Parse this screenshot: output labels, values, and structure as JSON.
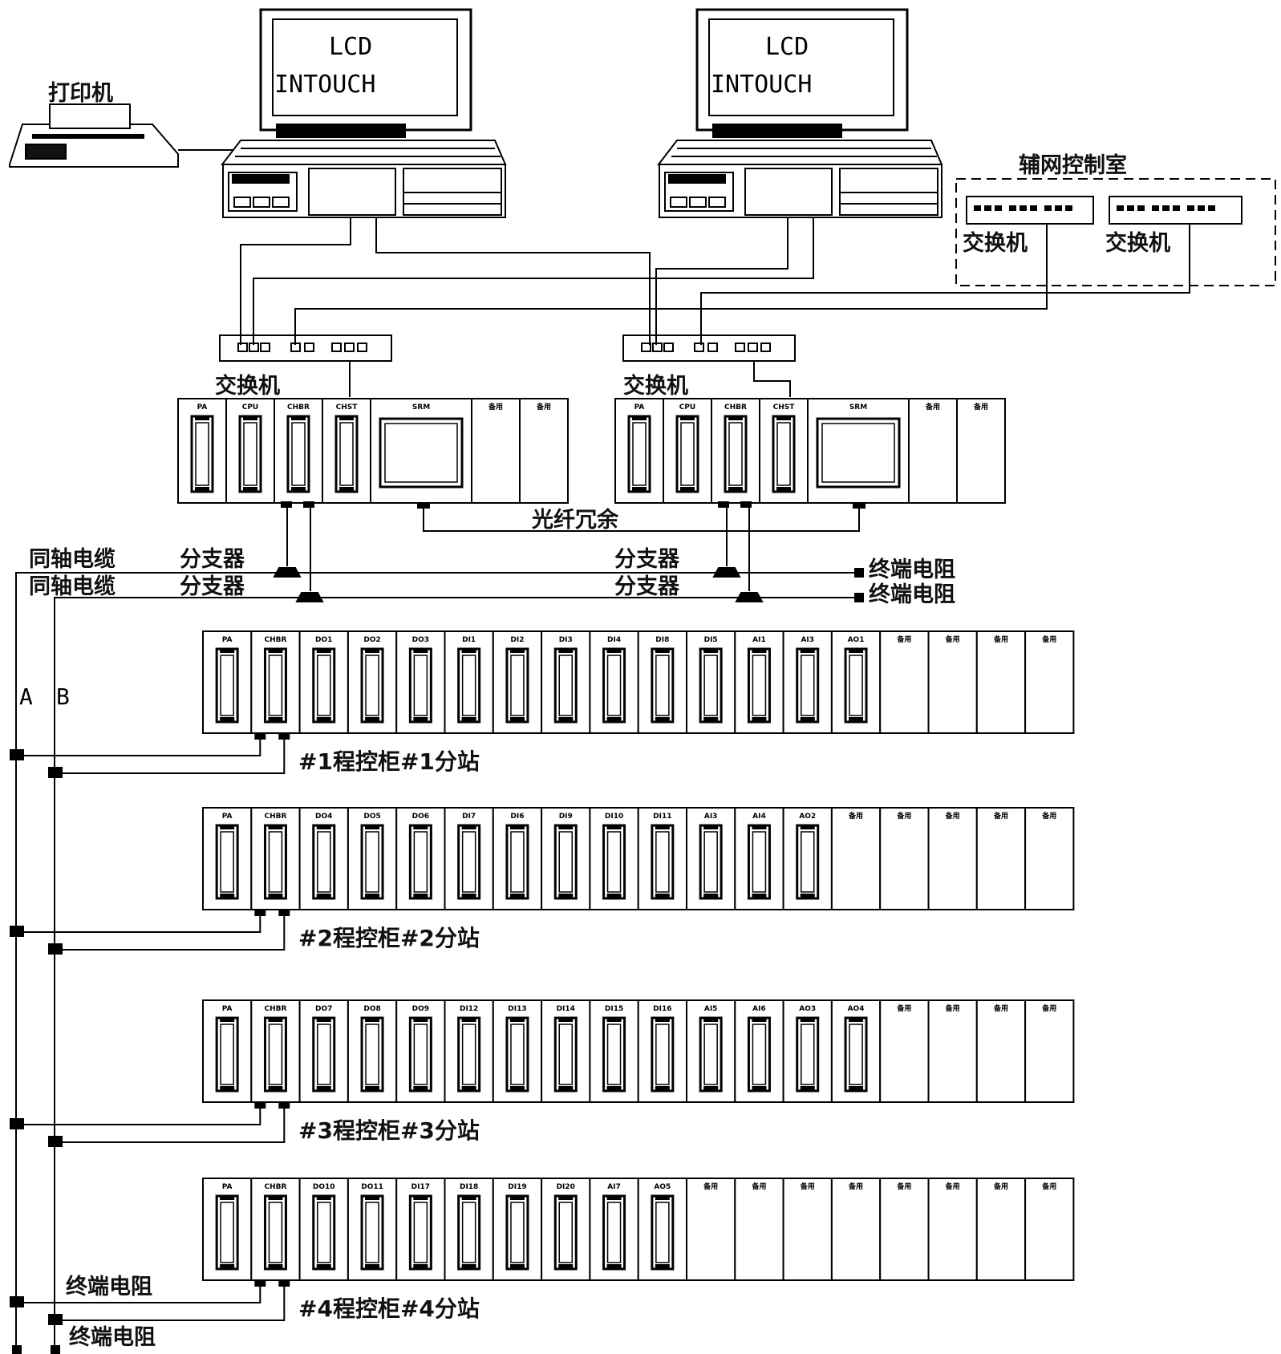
{
  "workstations": [
    {
      "screen_line1": "LCD",
      "screen_line2": "INTOUCH"
    },
    {
      "screen_line1": "LCD",
      "screen_line2": "INTOUCH"
    }
  ],
  "printer_label": "打印机",
  "aux_room": {
    "title": "辅网控制室",
    "switch_labels": [
      "交换机",
      "交换机"
    ]
  },
  "main_switch_labels": [
    "交换机",
    "交换机"
  ],
  "main_racks": [
    {
      "modules": [
        "PA",
        "CPU",
        "CHBR",
        "CHST",
        "SRM",
        "备用",
        "备用"
      ]
    },
    {
      "modules": [
        "PA",
        "CPU",
        "CHBR",
        "CHST",
        "SRM",
        "备用",
        "备用"
      ]
    }
  ],
  "fiber_label": "光纤冗余",
  "bus": {
    "left_labels": [
      "同轴电缆",
      "同轴电缆"
    ],
    "tap_labels_left": [
      "分支器",
      "分支器"
    ],
    "tap_labels_right": [
      "分支器",
      "分支器"
    ],
    "terminators_right": [
      "终端电阻",
      "终端电阻"
    ],
    "terminators_bottom": [
      "终端电阻",
      "终端电阻"
    ],
    "line_letters": [
      "A",
      "B"
    ]
  },
  "io_racks": [
    {
      "label": "#1程控柜#1分站",
      "modules": [
        "PA",
        "CHBR",
        "DO1",
        "DO2",
        "DO3",
        "DI1",
        "DI2",
        "DI3",
        "DI4",
        "DI8",
        "DI5",
        "AI1",
        "AI3",
        "AO1",
        "备用",
        "备用",
        "备用",
        "备用"
      ]
    },
    {
      "label": "#2程控柜#2分站",
      "modules": [
        "PA",
        "CHBR",
        "DO4",
        "DO5",
        "DO6",
        "DI7",
        "DI6",
        "DI9",
        "DI10",
        "DI11",
        "AI3",
        "AI4",
        "AO2",
        "备用",
        "备用",
        "备用",
        "备用",
        "备用"
      ]
    },
    {
      "label": "#3程控柜#3分站",
      "modules": [
        "PA",
        "CHBR",
        "DO7",
        "DO8",
        "DO9",
        "DI12",
        "DI13",
        "DI14",
        "DI15",
        "DI16",
        "AI5",
        "AI6",
        "AO3",
        "AO4",
        "备用",
        "备用",
        "备用",
        "备用"
      ]
    },
    {
      "label": "#4程控柜#4分站",
      "modules": [
        "PA",
        "CHBR",
        "DO10",
        "DO11",
        "DI17",
        "DI18",
        "DI19",
        "DI20",
        "AI7",
        "AO5",
        "备用",
        "备用",
        "备用",
        "备用",
        "备用",
        "备用",
        "备用",
        "备用"
      ]
    }
  ]
}
